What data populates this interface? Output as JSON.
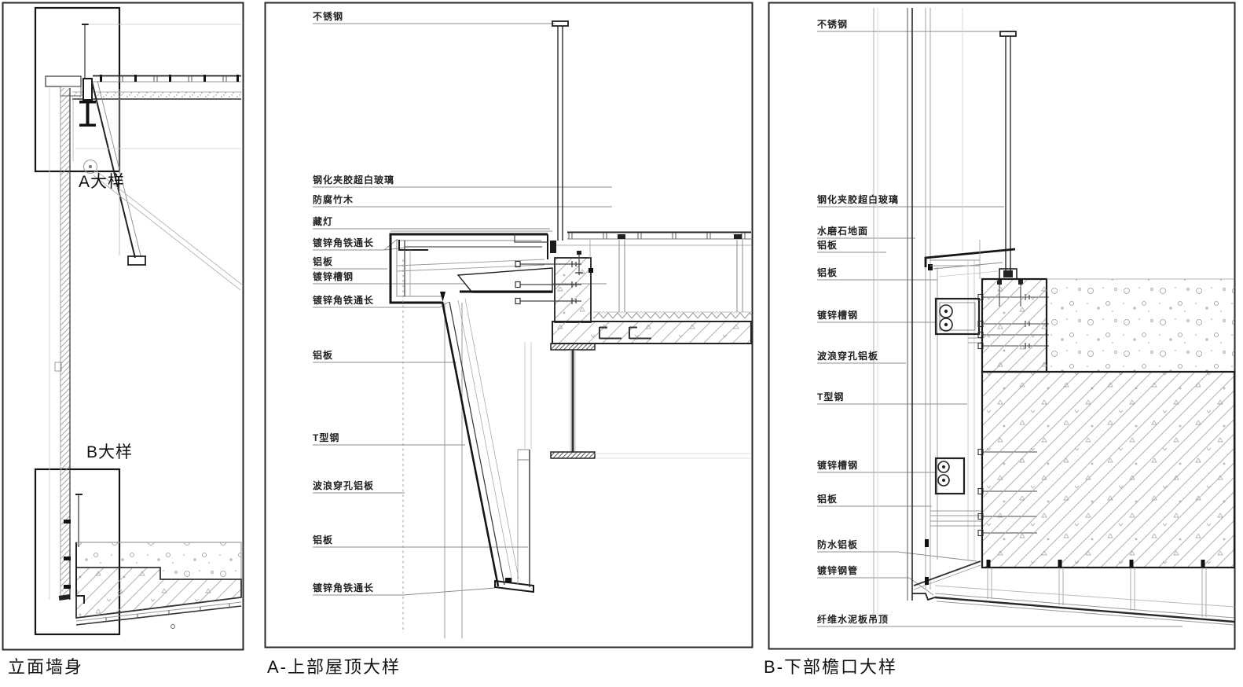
{
  "colors": {
    "background": "#ffffff",
    "line_dark": "#1d1d1d",
    "line_gray": "#8c8c8c",
    "text": "#1a1a1a"
  },
  "panels": {
    "elevation": {
      "caption": "立面墙身",
      "callout_a": "A大样",
      "callout_b": "B大样"
    },
    "detail_a": {
      "caption": "A-上部屋顶大样",
      "labels": [
        {
          "text": "不锈钢"
        },
        {
          "text": "钢化夹胶超白玻璃"
        },
        {
          "text": "防腐竹木"
        },
        {
          "text": "藏灯"
        },
        {
          "text": "镀锌角铁通长"
        },
        {
          "text": "铝板"
        },
        {
          "text": "镀锌槽钢"
        },
        {
          "text": "镀锌角铁通长"
        },
        {
          "text": "铝板"
        },
        {
          "text": "T型钢"
        },
        {
          "text": "波浪穿孔铝板"
        },
        {
          "text": "铝板"
        },
        {
          "text": "镀锌角铁通长"
        }
      ]
    },
    "detail_b": {
      "caption": "B-下部檐口大样",
      "labels": [
        {
          "text": "不锈钢"
        },
        {
          "text": "钢化夹胶超白玻璃"
        },
        {
          "text": "水磨石地面"
        },
        {
          "text": "铝板"
        },
        {
          "text": "铝板"
        },
        {
          "text": "镀锌槽钢"
        },
        {
          "text": "波浪穿孔铝板"
        },
        {
          "text": "T型钢"
        },
        {
          "text": "镀锌槽钢"
        },
        {
          "text": "铝板"
        },
        {
          "text": "防水铝板"
        },
        {
          "text": "镀锌钢管"
        },
        {
          "text": "纤维水泥板吊顶"
        }
      ]
    }
  }
}
